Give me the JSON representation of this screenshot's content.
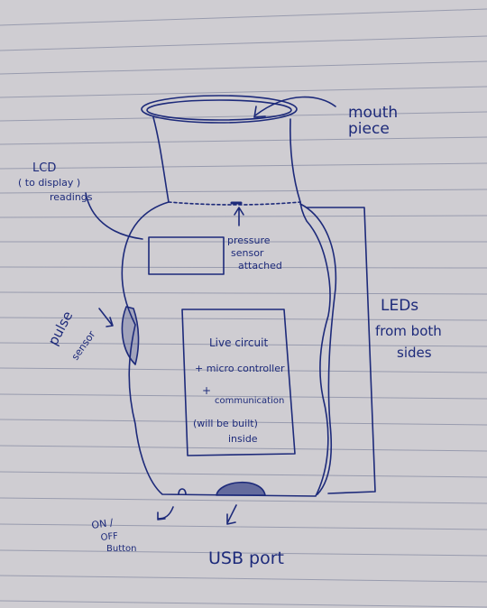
{
  "colors": {
    "paper": "#cfcdd2",
    "rule_line": "#8f93a8",
    "ink": "#1d2a7a"
  },
  "labels": {
    "mouth_piece_1": "mouth",
    "mouth_piece_2": "piece",
    "lcd_1": "LCD",
    "lcd_2": "( to display )",
    "lcd_3": "readings",
    "pressure_1": "pressure",
    "pressure_2": "sensor",
    "pressure_3": "attached",
    "pulse_1": "pulse",
    "pulse_2": "sensor",
    "leds_1": "LEDs",
    "leds_2": "from both",
    "leds_3": "sides",
    "circuit_1": "Live circuit",
    "circuit_2": "+ micro controller",
    "circuit_3": "+",
    "circuit_4": "communication",
    "circuit_5": "(will be built)",
    "circuit_6": "inside",
    "onoff_1": "ON /",
    "onoff_2": "OFF",
    "onoff_3": "Button",
    "usb": "USB port"
  }
}
